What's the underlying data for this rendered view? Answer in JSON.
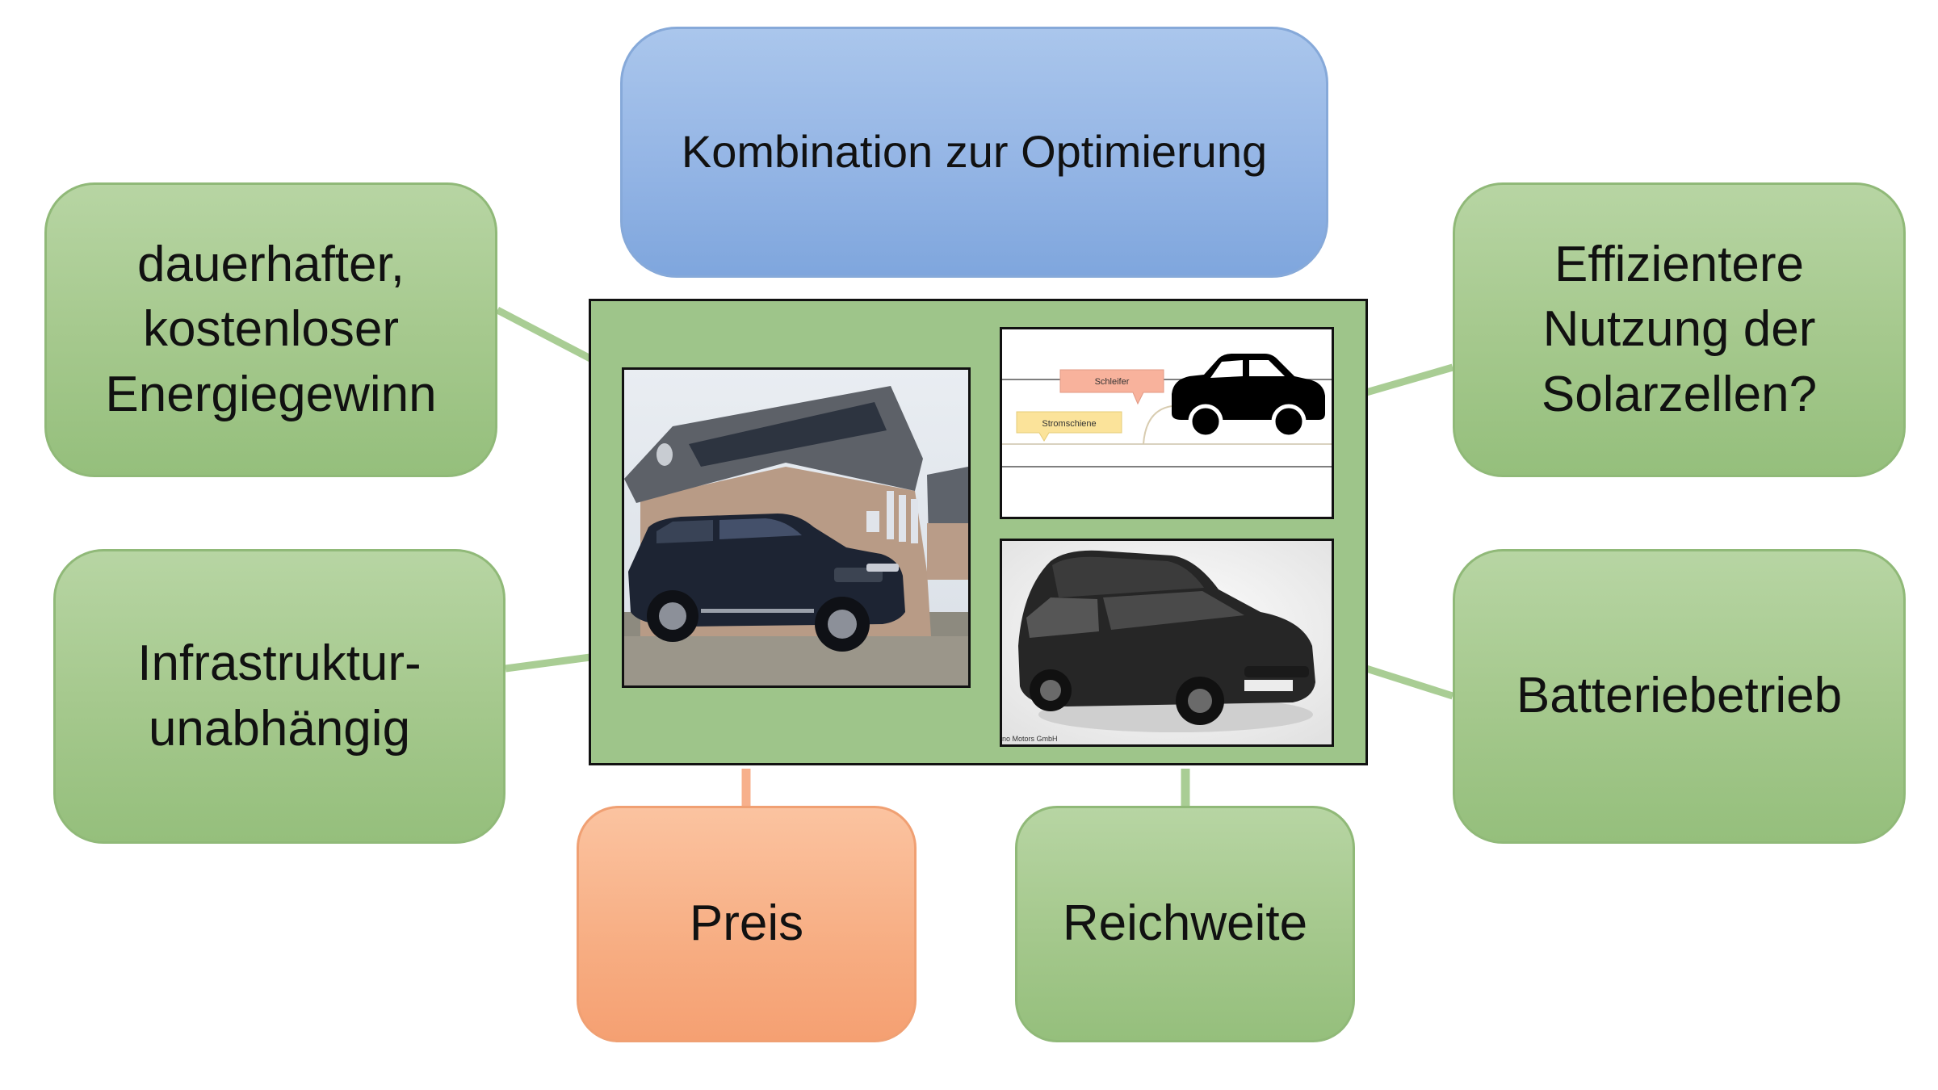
{
  "title": "Kombination zur Optimierung",
  "boxes": {
    "top_left": "dauerhafter,\nkostenloser\nEnergiegewinn",
    "mid_left": "Infrastruktur-\nunabhängig",
    "top_right": "Effizientere\nNutzung der\nSolarzellen?",
    "mid_right": "Batteriebetrieb",
    "bottom_price": "Preis",
    "bottom_range": "Reichweite"
  },
  "center": {
    "rail_diagram": {
      "label_collector": "Schleifer",
      "label_rail": "Stromschiene"
    },
    "photo_credit": "no Motors GmbH"
  },
  "colors": {
    "green": "#a6c98e",
    "blue": "#94b5e5",
    "orange": "#f7ad82",
    "connector_green": "#a9cd94",
    "connector_orange": "#f7b08c",
    "panel_green": "#9ec58a"
  }
}
